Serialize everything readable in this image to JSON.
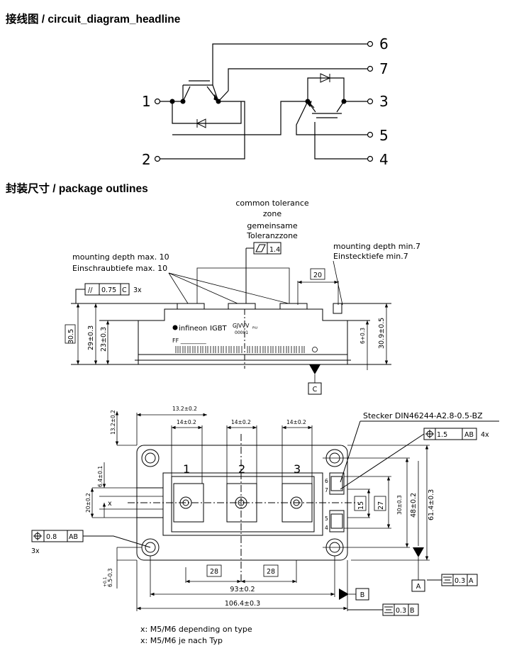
{
  "headings": {
    "circuit": "接线图 / circuit_diagram_headline",
    "package": "封装尺寸 / package outlines"
  },
  "circuit": {
    "pins": [
      "1",
      "2",
      "3",
      "4",
      "5",
      "6",
      "7"
    ]
  },
  "side_view": {
    "common_tolerance_1": "common tolerance",
    "common_tolerance_2": "zone",
    "common_tolerance_3": "gemeinsame",
    "common_tolerance_4": "Toleranzzone",
    "tolerance_frame_value": "1.4",
    "mounting_max_1": "mounting depth max. 10",
    "mounting_max_2": "Einschraubtiefe max. 10",
    "mounting_min_1": "mounting depth min.7",
    "mounting_min_2": "Einstecktiefe min.7",
    "parallelism_symbol": "//",
    "parallelism_value": "0.75",
    "parallelism_datum": "C",
    "parallelism_count": "3x",
    "dim_20": "20",
    "dim_30_5": "30.5",
    "dim_29": "29±0.3",
    "dim_23": "23±0.3",
    "dim_6": "6+0.3",
    "dim_30_9": "30.9±0.5",
    "datum_c": "C",
    "brand": "infineon",
    "product": "IGBT",
    "code1": "GJVVV",
    "code2": "00001",
    "ff": "FF _________"
  },
  "top_view": {
    "connector_label": "Stecker DIN46244-A2.8-0.5-BZ",
    "connector_tol": "1.5",
    "connector_datum": "AB",
    "connector_count": "4x",
    "hole_tol": "0.8",
    "hole_datum": "AB",
    "hole_count": "3x",
    "dim_13_2": "13.2±0.2",
    "dim_13_2_v": "13.2±0.2",
    "dim_14_a": "14±0.2",
    "dim_14_b": "14±0.2",
    "dim_14_c": "14±0.2",
    "dim_6_4": "6.4±0.1",
    "dim_20_v": "20±0.2",
    "x_mark": "x",
    "dim_6_5": "6.5-0.3",
    "dim_6_5_sup": "+0.1",
    "dim_28_a": "28",
    "dim_28_b": "28",
    "dim_93": "93±0.2",
    "dim_106": "106.4±0.3",
    "dim_15": "15",
    "dim_27": "27",
    "dim_30_3": "30±0.3",
    "dim_48": "48±0.2",
    "dim_61": "61.4±0.3",
    "datum_a": "A",
    "datum_b": "B",
    "flat_a_value": "0.3",
    "flat_a_datum": "A",
    "flat_b_value": "0.3",
    "flat_b_datum": "B",
    "term_1": "1",
    "term_2": "2",
    "term_3": "3",
    "pin_4": "4",
    "pin_5": "5",
    "pin_6": "6",
    "pin_7": "7"
  },
  "notes": {
    "line1": "x: M5/M6 depending on type",
    "line2": "x: M5/M6 je nach Typ"
  }
}
